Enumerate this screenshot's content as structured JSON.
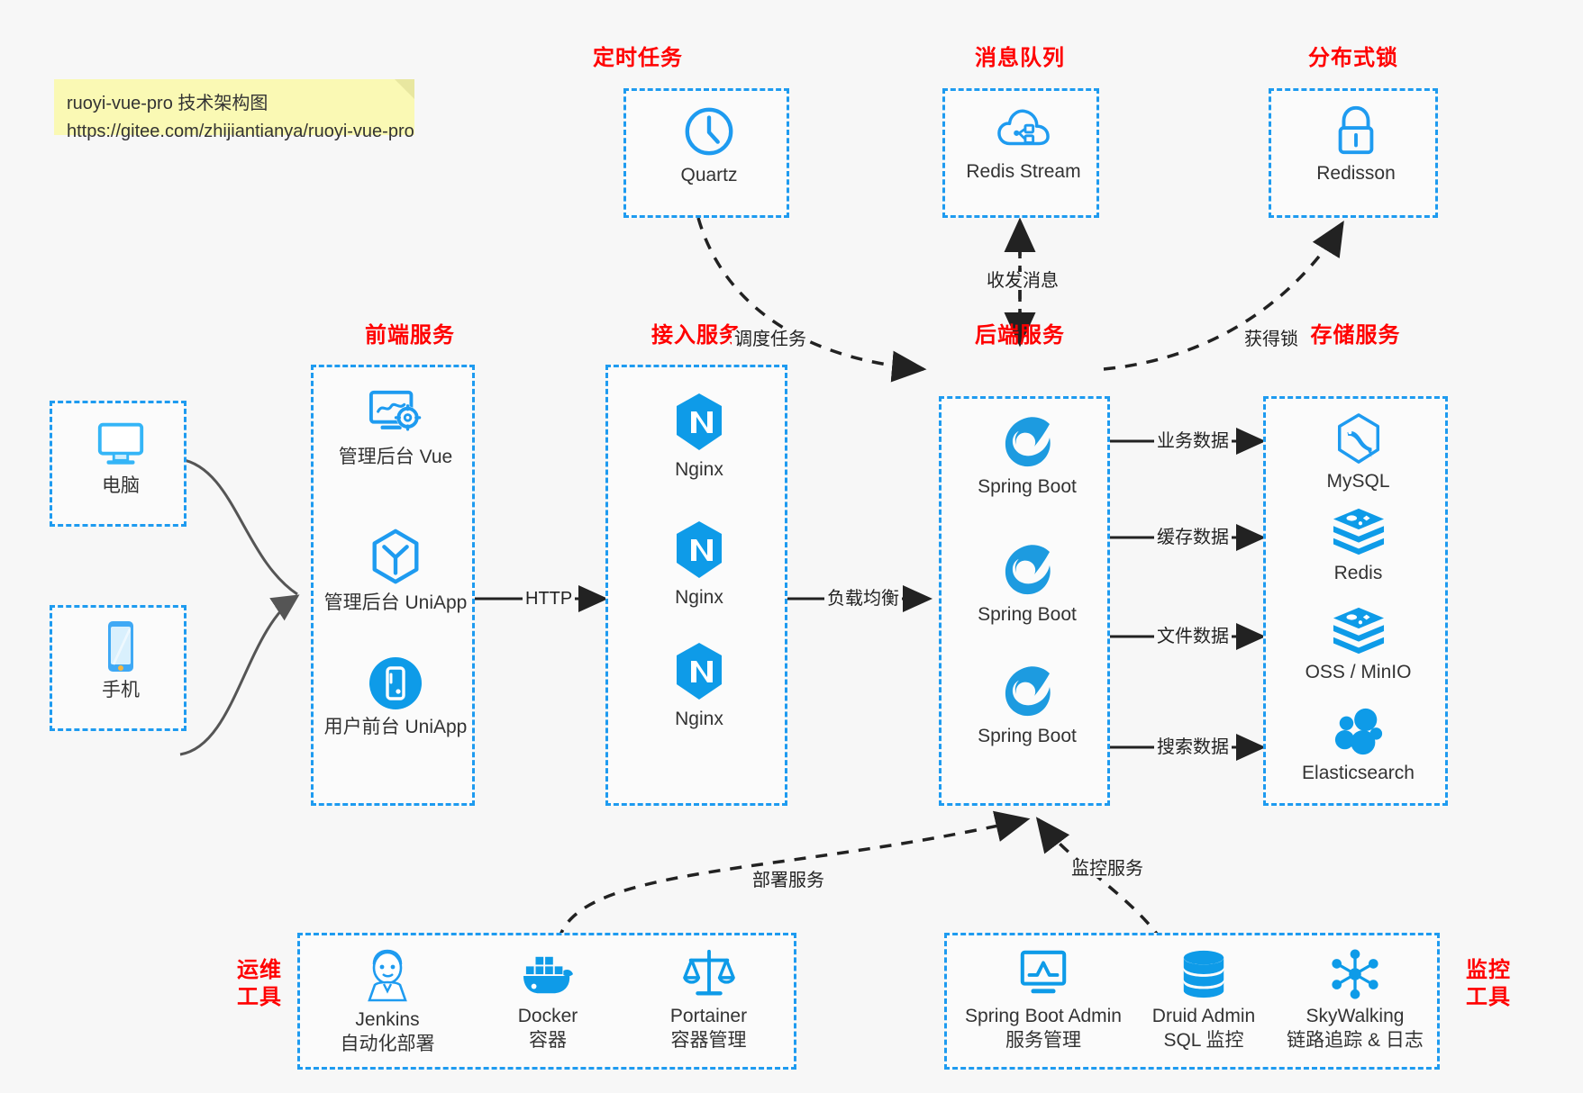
{
  "note": {
    "line1": "ruoyi-vue-pro 技术架构图",
    "line2": "https://gitee.com/zhijiantianya/ruoyi-vue-pro"
  },
  "colors": {
    "accent_blue": "#1E9BF0",
    "icon_blue": "#0E9BE8",
    "title_red": "#FF0000",
    "background": "#F7F7F7",
    "note_yellow": "#FAF9B4",
    "edge_dark": "#333333"
  },
  "groups": {
    "timer": {
      "title": "定时任务"
    },
    "mq": {
      "title": "消息队列"
    },
    "lock": {
      "title": "分布式锁"
    },
    "frontend": {
      "title": "前端服务"
    },
    "gateway": {
      "title": "接入服务"
    },
    "backend": {
      "title": "后端服务"
    },
    "storage": {
      "title": "存储服务"
    },
    "devops": {
      "title_line1": "运维",
      "title_line2": "工具"
    },
    "monitor": {
      "title_line1": "监控",
      "title_line2": "工具"
    }
  },
  "clients": [
    {
      "icon": "desktop-icon",
      "label": "电脑"
    },
    {
      "icon": "mobile-icon",
      "label": "手机"
    }
  ],
  "timer_nodes": [
    {
      "icon": "clock-icon",
      "label": "Quartz"
    }
  ],
  "mq_nodes": [
    {
      "icon": "cloud-stream-icon",
      "label": "Redis Stream"
    }
  ],
  "lock_nodes": [
    {
      "icon": "lock-icon",
      "label": "Redisson"
    }
  ],
  "frontend_nodes": [
    {
      "icon": "dashboard-gear-icon",
      "label": "管理后台 Vue"
    },
    {
      "icon": "hexagon-uniapp-icon",
      "label": "管理后台 UniApp"
    },
    {
      "icon": "circle-phone-icon",
      "label": "用户前台 UniApp"
    }
  ],
  "gateway_nodes": [
    {
      "icon": "nginx-icon",
      "label": "Nginx"
    },
    {
      "icon": "nginx-icon",
      "label": "Nginx"
    },
    {
      "icon": "nginx-icon",
      "label": "Nginx"
    }
  ],
  "backend_nodes": [
    {
      "icon": "spring-boot-icon",
      "label": "Spring Boot"
    },
    {
      "icon": "spring-boot-icon",
      "label": "Spring Boot"
    },
    {
      "icon": "spring-boot-icon",
      "label": "Spring Boot"
    }
  ],
  "storage_nodes": [
    {
      "icon": "mysql-icon",
      "label": "MySQL"
    },
    {
      "icon": "redis-icon",
      "label": "Redis"
    },
    {
      "icon": "oss-minio-icon",
      "label": "OSS / MinIO"
    },
    {
      "icon": "elasticsearch-icon",
      "label": "Elasticsearch"
    }
  ],
  "devops_nodes": [
    {
      "icon": "jenkins-icon",
      "label": "Jenkins",
      "sub": "自动化部署"
    },
    {
      "icon": "docker-icon",
      "label": "Docker",
      "sub": "容器"
    },
    {
      "icon": "portainer-icon",
      "label": "Portainer",
      "sub": "容器管理"
    }
  ],
  "monitor_nodes": [
    {
      "icon": "sba-monitor-icon",
      "label": "Spring Boot Admin",
      "sub": "服务管理"
    },
    {
      "icon": "druid-db-icon",
      "label": "Druid Admin",
      "sub": "SQL 监控"
    },
    {
      "icon": "skywalking-icon",
      "label": "SkyWalking",
      "sub": "链路追踪 & 日志"
    }
  ],
  "edge_labels": {
    "http": "HTTP",
    "load_balance": "负载均衡",
    "schedule_task": "调度任务",
    "send_receive_message": "收发消息",
    "acquire_lock": "获得锁",
    "business_data": "业务数据",
    "cache_data": "缓存数据",
    "file_data": "文件数据",
    "search_data": "搜索数据",
    "deploy_service": "部署服务",
    "monitor_service": "监控服务"
  }
}
